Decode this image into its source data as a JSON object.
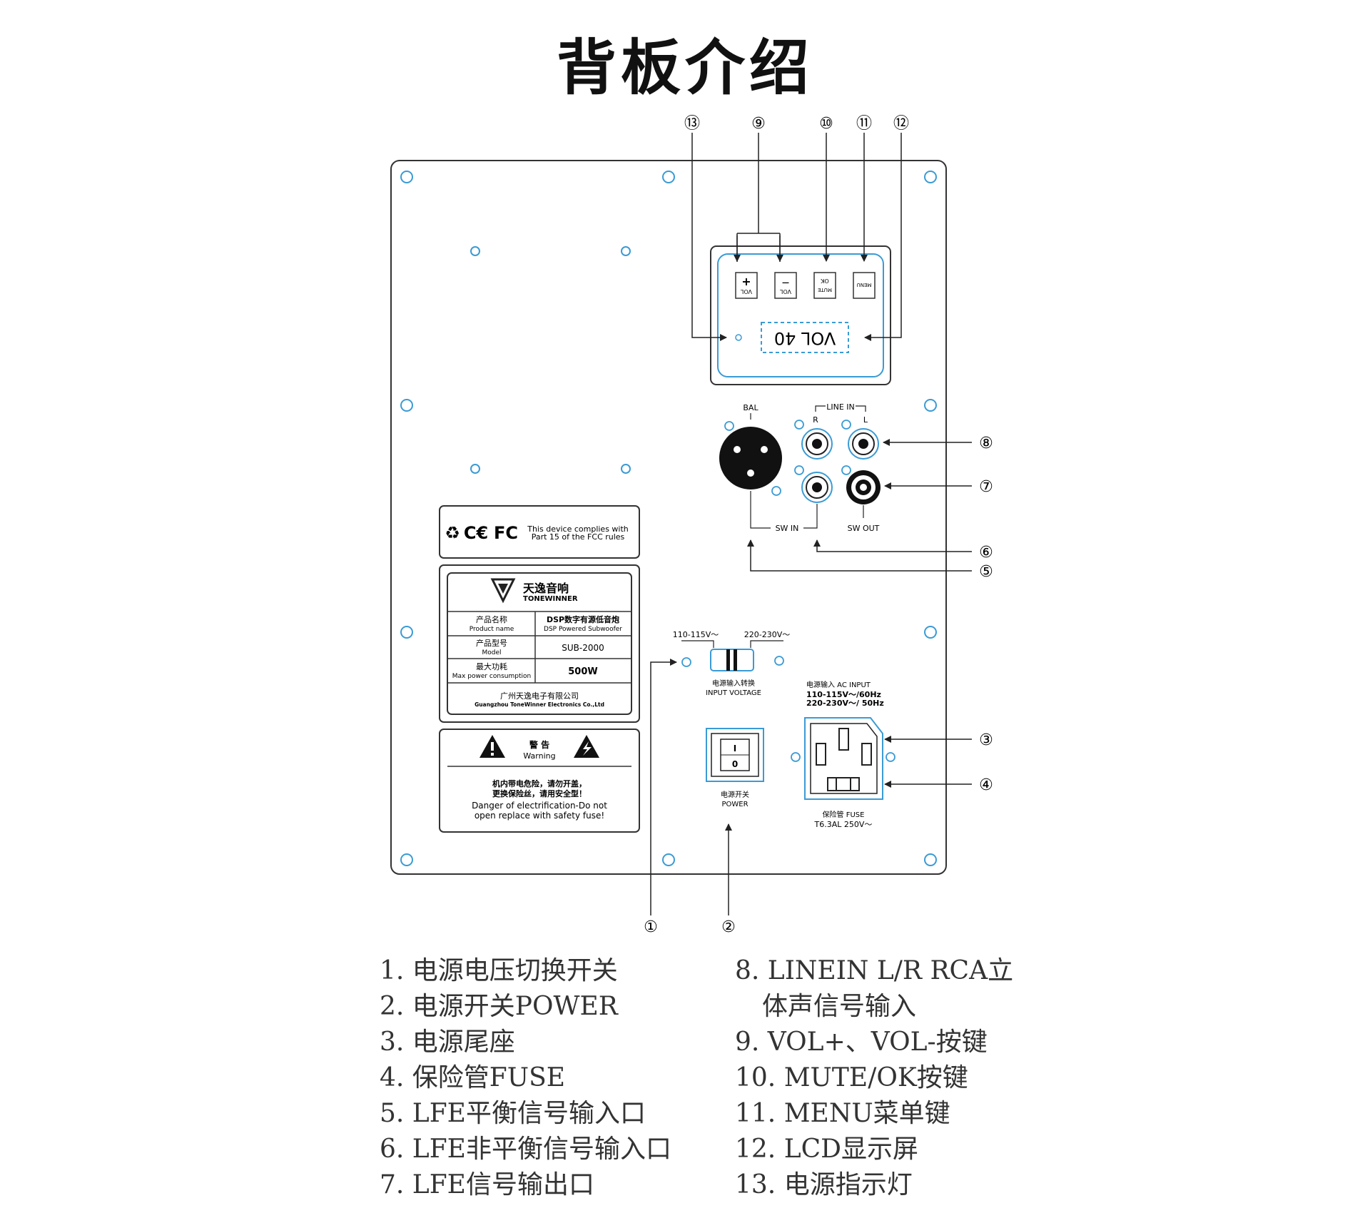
{
  "title": "背板介绍",
  "callouts": {
    "c1": "①",
    "c2": "②",
    "c3": "③",
    "c4": "④",
    "c5": "⑤",
    "c6": "⑥",
    "c7": "⑦",
    "c8": "⑧",
    "c9": "⑨",
    "c10": "⑩",
    "c11": "⑪",
    "c12": "⑫",
    "c13": "⑬"
  },
  "control_panel": {
    "btn_vol_plus": "VOL",
    "btn_vol_plus_sign": "+",
    "btn_vol_minus": "VOL",
    "btn_vol_minus_sign": "—",
    "btn_mute_line1": "OK",
    "btn_mute_line2": "MUTE",
    "btn_menu": "MENU",
    "lcd": "VOL 40"
  },
  "inputs": {
    "bal": "BAL",
    "line_in": "LINE IN",
    "r": "R",
    "l": "L",
    "sw_in": "SW IN",
    "sw_out": "SW OUT"
  },
  "cert_label": {
    "weee": "♻",
    "ce": "C€",
    "fc": "FC",
    "line1": "This device complies with",
    "line2": "Part 15 of the FCC rules"
  },
  "product_label": {
    "brand_cn": "天逸音响",
    "brand_en": "TONEWINNER",
    "rows": [
      {
        "key_cn": "产品名称",
        "key_en": "Product name",
        "val1": "DSP数字有源低音炮",
        "val2": "DSP Powered Subwoofer"
      },
      {
        "key_cn": "产品型号",
        "key_en": "Model",
        "val1": "SUB-2000",
        "val2": ""
      },
      {
        "key_cn": "最大功耗",
        "key_en": "Max power consumption",
        "val1": "500W",
        "val2": ""
      }
    ],
    "company_cn": "广州天逸电子有限公司",
    "company_en": "Guangzhou ToneWinner Electronics Co.,Ltd"
  },
  "warning_label": {
    "title_cn": "警 告",
    "title_en": "Warning",
    "line1": "机内带电危险，请勿开盖，",
    "line2": "更换保险丝，请用安全型！",
    "line3": "Danger of electrification-Do not",
    "line4": "open replace with safety fuse!"
  },
  "voltage_switch": {
    "left": "110-115V～",
    "right": "220-230V～",
    "label_cn": "电源输入转换",
    "label_en": "INPUT  VOLTAGE"
  },
  "power_switch": {
    "on": "I",
    "off": "0",
    "label_cn": "电源开关",
    "label_en": "POWER"
  },
  "ac_input": {
    "label1": "电源输入 AC INPUT",
    "label2": "110-115V～/60Hz",
    "label3": "220-230V～/ 50Hz",
    "fuse_cn": "保险管 FUSE",
    "fuse_val": "T6.3AL  250V～"
  },
  "legend_left": [
    "1. 电源电压切换开关",
    "2. 电源开关POWER",
    "3. 电源尾座",
    "4. 保险管FUSE",
    "5. LFE平衡信号输入口",
    "6. LFE非平衡信号输入口",
    "7. LFE信号输出口"
  ],
  "legend_right": [
    "8. LINEIN L/R RCA立",
    "体声信号输入",
    "9. VOL+、VOL-按键",
    "10. MUTE/OK按键",
    "11. MENU菜单键",
    "12. LCD显示屏",
    "13. 电源指示灯"
  ],
  "colors": {
    "accent": "#3a9bd5",
    "line": "#222222"
  }
}
